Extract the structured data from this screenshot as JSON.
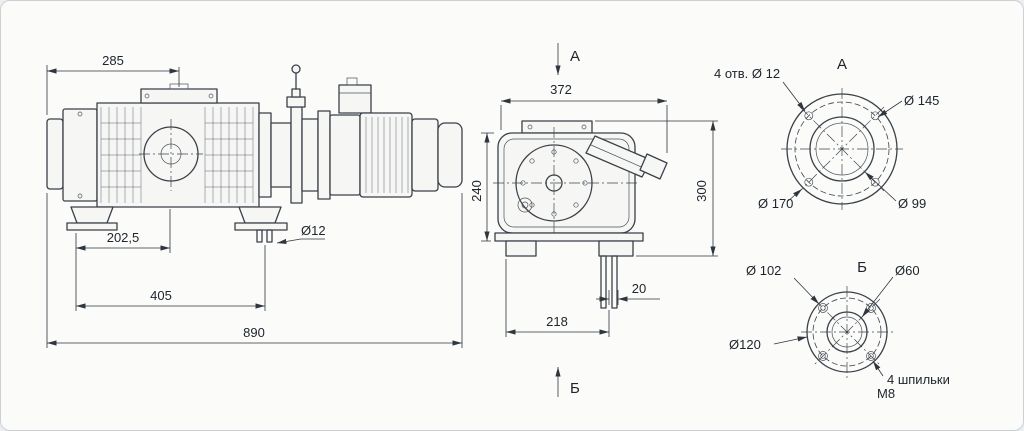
{
  "colors": {
    "background": "#fbfbf9",
    "border": "#cdd0d3",
    "line": "#3a4148",
    "text": "#1d242c"
  },
  "side_view": {
    "dim_width_top": "285",
    "dim_foot_to_center": "202,5",
    "dim_foot_span": "405",
    "dim_overall_length": "890",
    "dim_stud_diameter": "Ø12"
  },
  "front_view": {
    "section_arrow_top": "А",
    "section_arrow_bottom": "Б",
    "dim_overall_width": "372",
    "dim_body_height": "240",
    "dim_overall_height": "300",
    "dim_stud_offset": "20",
    "dim_flange_offset": "218"
  },
  "flange_view_a": {
    "label": "А",
    "holes_note": "4 отв. Ø 12",
    "bolt_circle": "Ø 145",
    "outer_diameter": "Ø 170",
    "bore_diameter": "Ø 99"
  },
  "flange_view_b": {
    "label": "Б",
    "bolt_circle": "Ø 102",
    "bore_diameter": "Ø60",
    "outer_diameter": "Ø120",
    "studs_note": "4 шпильки",
    "thread_note": "М8"
  }
}
